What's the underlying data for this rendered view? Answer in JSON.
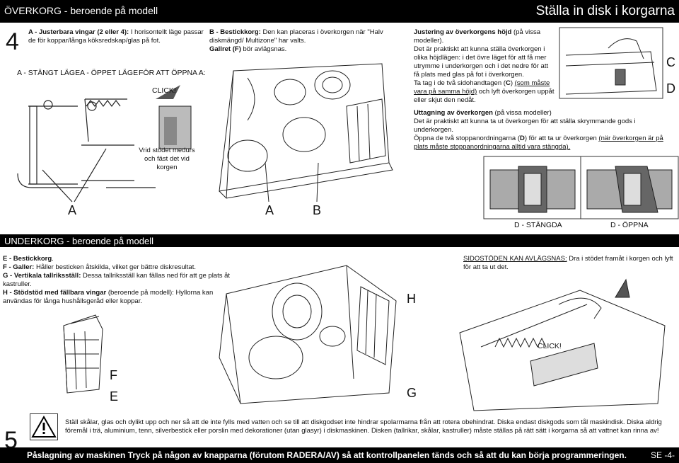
{
  "header": {
    "left_title": "ÖVERKORG - beroende på modell",
    "right_title": "Ställa in disk i korgarna"
  },
  "step4": {
    "number": "4",
    "a_desc_bold": "A - Justerbara vingar (2 eller 4):",
    "a_desc_text": " I horisontellt läge passar de för koppar/långa köksredskap/glas på fot.",
    "label_closed": "A - STÄNGT LÄGE",
    "label_open": "A - ÖPPET LÄGE",
    "label_to_open": "FÖR ATT ÖPPNA A:",
    "click": "CLICK!",
    "twist_caption": "Vrid stödet medurs och fäst det vid korgen",
    "letter_a1": "A",
    "letter_a2": "A",
    "letter_b": "B"
  },
  "b_desc": {
    "bold": "B - Bestickkorg:",
    "text": " Den kan placeras i överkorgen när \"Halv diskmängd/ Multizone\" har valts.",
    "gallret_bold": "Gallret (F)",
    "gallret_text": " bör avlägsnas."
  },
  "adjust": {
    "title_bold": "Justering av överkorgens höjd",
    "title_text": " (på vissa modeller).",
    "p1": "Det är praktiskt att kunna ställa överkorgen i olika höjdlägen: i det övre läget för att få mer utrymme i underkorgen och i det nedre för att få plats med glas på fot i överkorgen.",
    "p2_a": "Ta tag i de två sidohandtagen (",
    "p2_c": "C",
    "p2_b": ") ",
    "p2_ul": "(som måste vara på samma höjd)",
    "p2_end": " och lyft överkorgen uppåt eller skjut den nedåt.",
    "letter_c": "C",
    "letter_d": "D"
  },
  "removal": {
    "title_bold": "Uttagning av överkorgen",
    "title_text": " (på vissa modeller)",
    "p1": "Det är praktiskt att kunna ta ut överkorgen för att ställa skrymmande gods i underkorgen.",
    "p2_a": "Öppna de två stoppanordningarna (",
    "p2_d": "D",
    "p2_b": ") för att ta ur överkorgen ",
    "p2_ul": "(när överkorgen är på plats måste stoppanordningarna alltid vara stängda).",
    "label_closed": "D - STÄNGDA",
    "label_open": "D - ÖPPNA"
  },
  "under": {
    "header": "UNDERKORG - beroende på modell",
    "e_bold": "E - Bestickkorg",
    "e_text": ".",
    "f_bold": "F - Galler:",
    "f_text": " Håller besticken åtskilda, vilket ger bättre diskresultat.",
    "g_bold": "G - Vertikala tallriksställ:",
    "g_text": " Dessa tallriksställ kan fällas ned för att ge plats åt kastruller.",
    "h_bold": "H - Stödstöd med fällbara vingar",
    "h_text": " (beroende på modell): Hyllorna kan användas för långa hushållsgeråd eller koppar.",
    "letter_f": "F",
    "letter_e": "E",
    "letter_g": "G",
    "letter_h": "H",
    "support_ul": "SIDOSTÖDEN KAN AVLÄGSNAS:",
    "support_text": " Dra i stödet framåt i korgen och lyft för att ta ut det.",
    "click": "CLICK!"
  },
  "step5": {
    "number": "5",
    "warning": "Ställ skålar, glas och dylikt upp och ner så att de inte fylls med vatten och se till att diskgodset inte hindrar spolarmarna från att rotera obehindrat. Diska endast diskgods som tål maskindisk. Diska aldrig föremål i trä, aluminium, tenn, silverbestick eller porslin med dekorationer (utan glasyr) i diskmaskinen. Disken (tallrikar, skålar, kastruller) måste ställas på rätt sätt i korgarna så att vattnet kan rinna av!"
  },
  "footer": {
    "text": "Påslagning av maskinen Tryck på någon av knapparna (förutom RADERA/AV) så att kontrollpanelen tänds och så att du kan börja programmeringen.",
    "page": "SE -4-"
  }
}
